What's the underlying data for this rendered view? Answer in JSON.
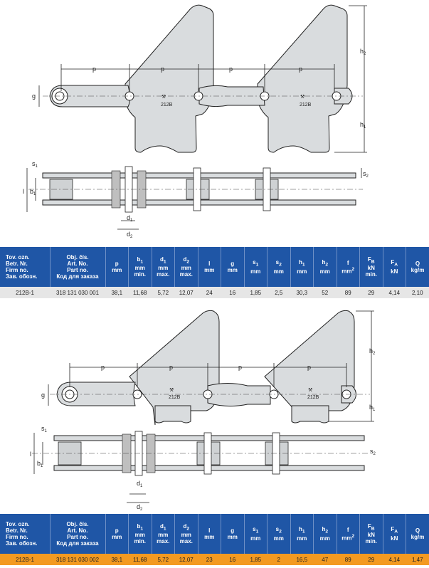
{
  "drawing1": {
    "dims": {
      "p": "p",
      "g": "g",
      "h2": "h",
      "h2_sub": "2",
      "h1": "h",
      "h1_sub": "1",
      "s1": "s",
      "s1_sub": "1",
      "s2": "s",
      "s2_sub": "2",
      "l": "l",
      "b1": "b",
      "b1_sub": "1",
      "d1": "d",
      "d1_sub": "1",
      "d2": "d",
      "d2_sub": "2"
    },
    "mark": "212B"
  },
  "drawing2": {
    "dims": {
      "p": "p",
      "g": "g",
      "h2": "h",
      "h2_sub": "2",
      "h1": "h",
      "h1_sub": "1",
      "s1": "s",
      "s1_sub": "1",
      "s2": "s",
      "s2_sub": "2",
      "l": "l",
      "b1": "b",
      "b1_sub": "1",
      "d1": "d",
      "d1_sub": "1",
      "d2": "d",
      "d2_sub": "2"
    },
    "mark": "212B"
  },
  "table_header": {
    "col1": [
      "Tov. ozn.",
      "Betr. Nr.",
      "Firm no.",
      "Зав. обозн."
    ],
    "col2": [
      "Obj. čís.",
      "Art. No.",
      "Part no.",
      "Код для заказа"
    ],
    "p": [
      "p",
      "mm"
    ],
    "b1": [
      "b",
      "1",
      "mm",
      "min."
    ],
    "d1": [
      "d",
      "1",
      "mm",
      "max."
    ],
    "d2": [
      "d",
      "2",
      "mm",
      "max."
    ],
    "l": [
      "l",
      "mm"
    ],
    "g": [
      "g",
      "mm"
    ],
    "s1": [
      "s",
      "1",
      "mm"
    ],
    "s2": [
      "s",
      "2",
      "mm"
    ],
    "h1": [
      "h",
      "1",
      "mm"
    ],
    "h2": [
      "h",
      "2",
      "mm"
    ],
    "f": [
      "f",
      "mm",
      "2"
    ],
    "FB": [
      "F",
      "B",
      "kN",
      "min."
    ],
    "FA": [
      "F",
      "A",
      "kN"
    ],
    "Q": [
      "Q",
      "kg/m"
    ]
  },
  "table1": {
    "rows": [
      [
        "212B-1",
        "318 131 030 001",
        "38,1",
        "11,68",
        "5,72",
        "12,07",
        "24",
        "16",
        "1,85",
        "2,5",
        "30,3",
        "52",
        "89",
        "29",
        "4,14",
        "2,10"
      ]
    ]
  },
  "table2": {
    "rows": [
      [
        "212B-1",
        "318 131 030 002",
        "38,1",
        "11,68",
        "5,72",
        "12,07",
        "23",
        "16",
        "1,85",
        "2",
        "16,5",
        "47",
        "89",
        "29",
        "4,14",
        "1,47"
      ]
    ]
  },
  "colors": {
    "header": "#1f56a6",
    "row1": "#e6e6e6",
    "row2": "#f39a21",
    "plate": "#d9dcde"
  }
}
